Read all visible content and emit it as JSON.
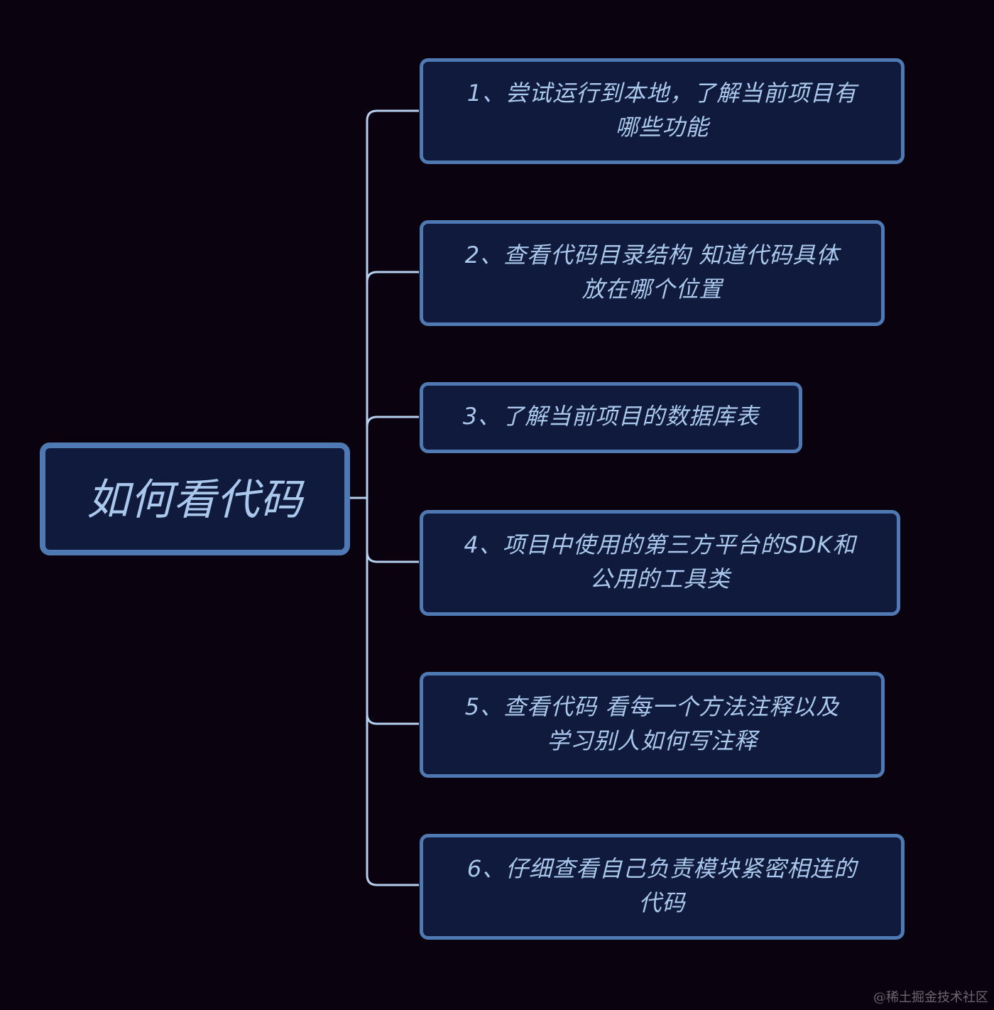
{
  "root": {
    "label": "如何看代码"
  },
  "children": [
    {
      "label": "1、尝试运行到本地，了解当前项目有\n哪些功能"
    },
    {
      "label": "2、查看代码目录结构 知道代码具体\n放在哪个位置"
    },
    {
      "label": "3、了解当前项目的数据库表"
    },
    {
      "label": "4、项目中使用的第三方平台的SDK和\n公用的工具类"
    },
    {
      "label": "5、查看代码 看每一个方法注释以及\n学习别人如何写注释"
    },
    {
      "label": "6、仔细查看自己负责模块紧密相连的\n代码"
    }
  ],
  "watermark": "@稀土掘金技术社区",
  "colors": {
    "background": "#0a020e",
    "node_fill": "#0f1a3c",
    "node_border": "#4f79b2",
    "text": "#a9c8ec",
    "connector": "#b7cfee"
  }
}
